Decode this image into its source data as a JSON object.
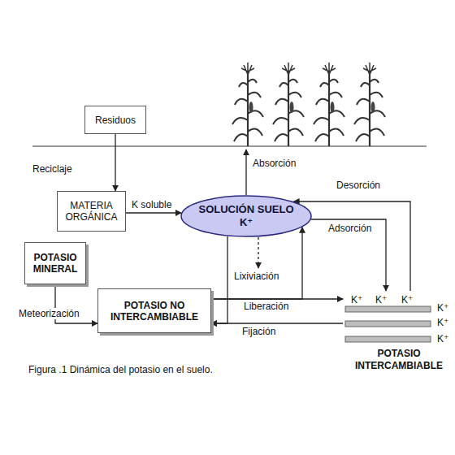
{
  "diagram": {
    "caption": "Figura .1 Dinámica del potasio en el suelo.",
    "nodes": [
      {
        "text": [
          "Residuos"
        ]
      },
      {
        "text": [
          "MATERIA ORGÁNICA"
        ]
      },
      {
        "text": [
          "SOLUCIÓN SUELO",
          "K⁺"
        ]
      },
      {
        "text": [
          "POTASIO MINERAL"
        ]
      },
      {
        "text": [
          "POTASIO NO INTERCAMBIABLE"
        ]
      },
      {
        "text": [
          "K⁺",
          "K⁺",
          "K⁺",
          "K⁺",
          "K⁺",
          "K⁺",
          "POTASIO INTERCAMBIABLE"
        ]
      }
    ],
    "edges": [
      {
        "from": 0,
        "to": 1,
        "label": "Reciclaje",
        "arrow": "to"
      },
      {
        "from": 1,
        "to": 2,
        "label": "K soluble",
        "arrow": "to"
      },
      {
        "from": 5,
        "to": 2,
        "label": "Desorción",
        "arrow": "to"
      },
      {
        "from": 2,
        "to": 5,
        "label": "Adsorción",
        "arrow": "to"
      },
      {
        "from": 4,
        "to": 5,
        "label": "Liberación",
        "arrow": "to"
      },
      {
        "from": 4,
        "to": 2,
        "arrow": "to"
      },
      {
        "from": 5,
        "to": 4,
        "label": "Fijación",
        "arrow": "to"
      },
      {
        "from": 2,
        "to": 4,
        "arrow": "to"
      },
      {
        "from": 3,
        "to": 4,
        "label": "Meteorización",
        "arrow": "to"
      }
    ],
    "labels": [
      "Absorción",
      "Lixiviación"
    ]
  }
}
